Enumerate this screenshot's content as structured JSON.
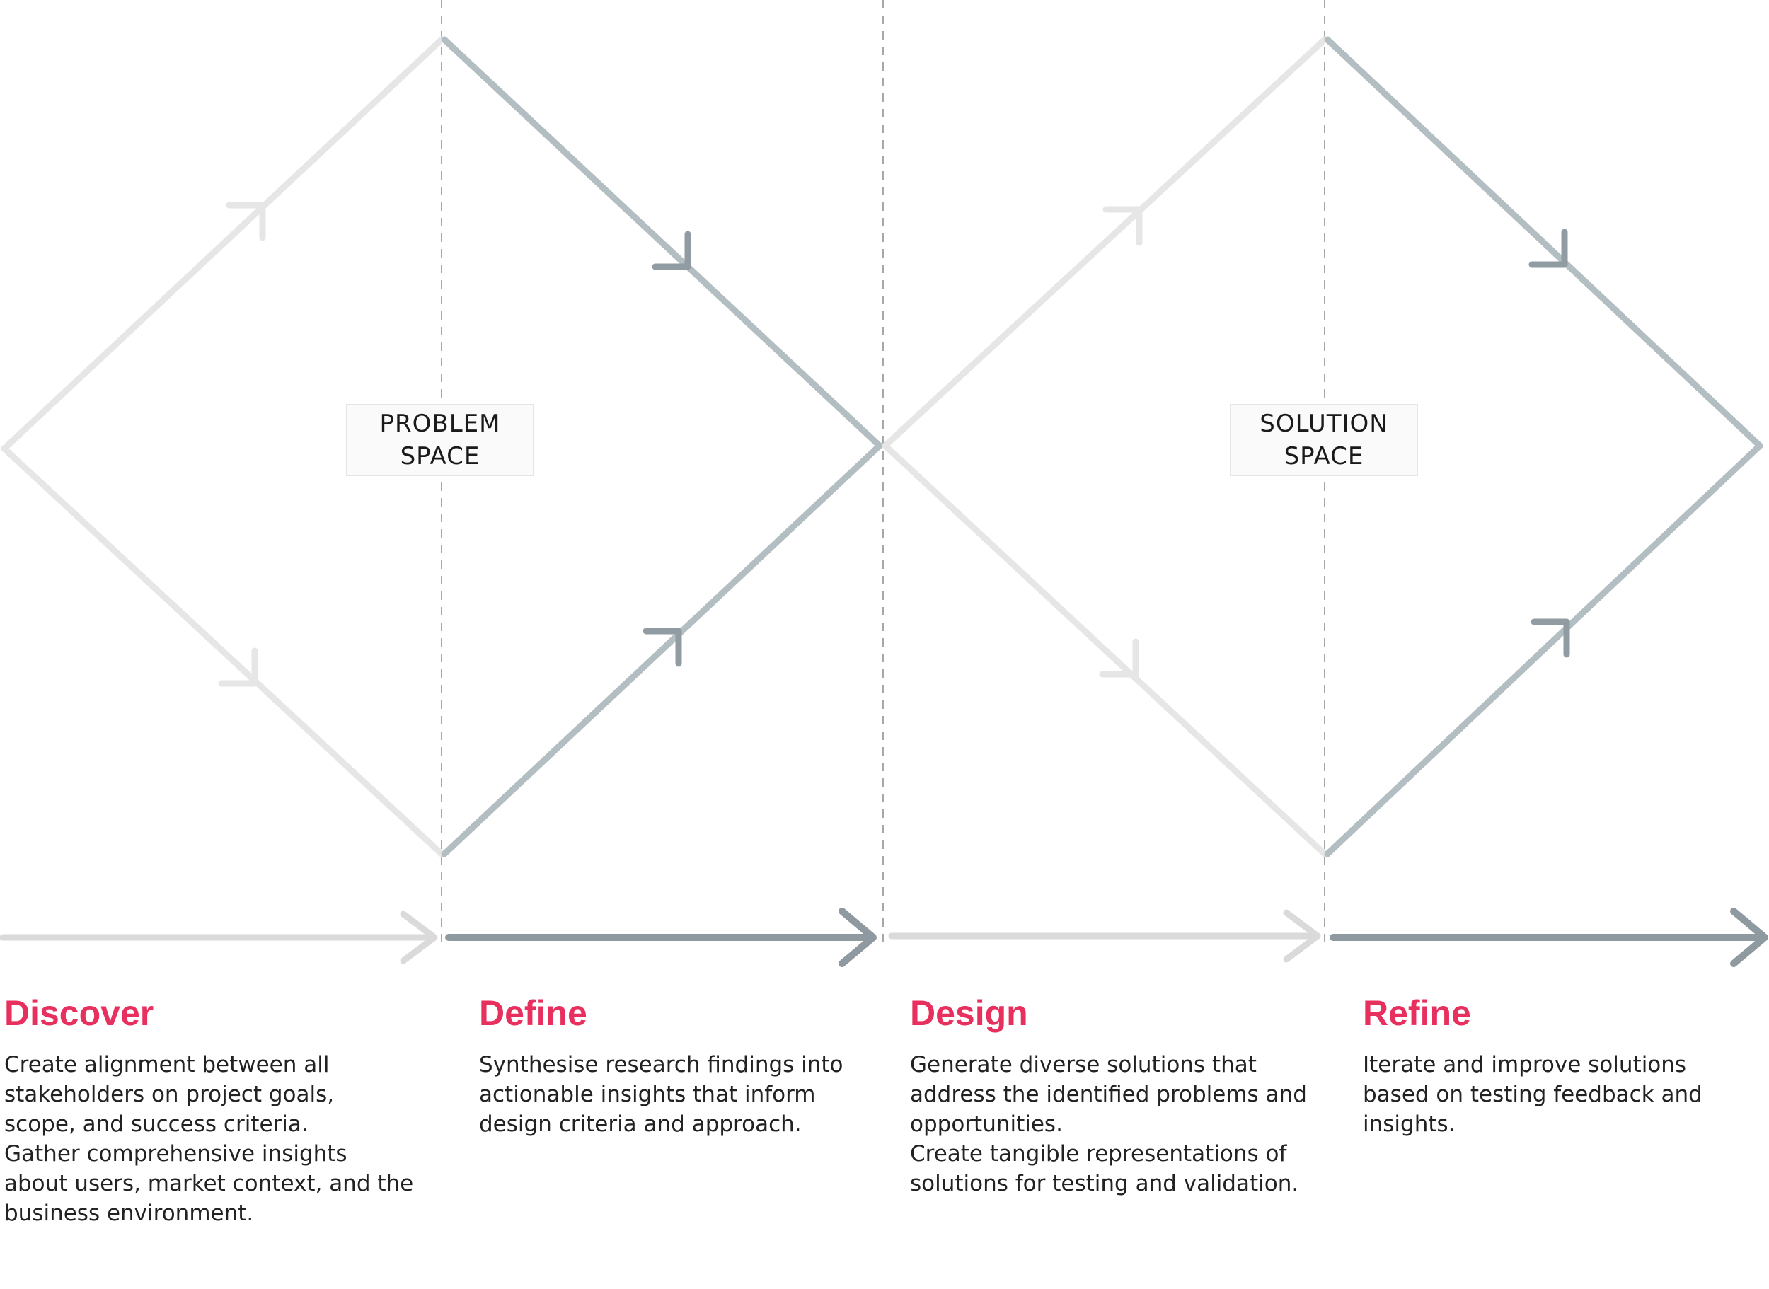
{
  "labels": {
    "problem_space": [
      "PROBLEM",
      "SPACE"
    ],
    "solution_space": [
      "SOLUTION",
      "SPACE"
    ]
  },
  "phases": [
    {
      "title": "Discover",
      "description": "Create alignment between all\nstakeholders on project goals,\nscope, and success criteria.\nGather comprehensive insights\nabout users, market context, and the\nbusiness environment."
    },
    {
      "title": "Define",
      "description": "Synthesise research findings into\nactionable insights that inform\ndesign criteria and approach."
    },
    {
      "title": "Design",
      "description": "Generate diverse solutions that\naddress the identified problems and\nopportunities.\nCreate tangible representations of\nsolutions for testing and validation."
    },
    {
      "title": "Refine",
      "description": "Iterate and improve solutions\nbased on testing feedback and\ninsights."
    }
  ],
  "colors": {
    "diverge": "#e6e6e6",
    "converge": "#b3bec3",
    "arrowhead_dark": "#909ca2",
    "timeline_light": "#dadada",
    "timeline_dark": "#8e9aa0",
    "divider": "#a8a8a8",
    "accent": "#e8305f"
  }
}
